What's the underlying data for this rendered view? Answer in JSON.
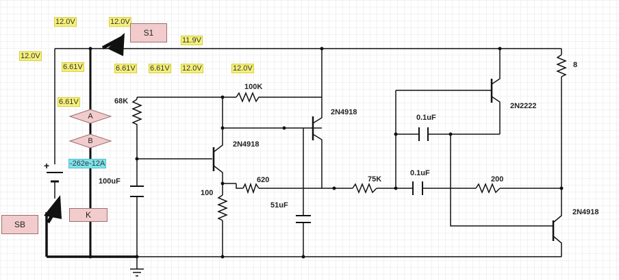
{
  "voltage_labels": [
    {
      "id": "v1",
      "text": "12.0V"
    },
    {
      "id": "v2",
      "text": "12.0V"
    },
    {
      "id": "v3",
      "text": "11.9V"
    },
    {
      "id": "v4",
      "text": "12.0V"
    },
    {
      "id": "v5",
      "text": "6.61V"
    },
    {
      "id": "v6",
      "text": "6.61V"
    },
    {
      "id": "v7",
      "text": "6.61V"
    },
    {
      "id": "v8",
      "text": "12.0V"
    },
    {
      "id": "v9",
      "text": "12.0V"
    },
    {
      "id": "v10",
      "text": "6.61V"
    }
  ],
  "current_label": "-262e-12A",
  "switches": {
    "s1": "S1",
    "sb": "SB"
  },
  "probes": {
    "a": "A",
    "b": "B",
    "k": "K"
  },
  "components": {
    "r68k": "68K",
    "r100k": "100K",
    "q1": "2N4918",
    "q2": "2N4918",
    "q3": "2N2222",
    "q4": "2N4918",
    "c100u": "100uF",
    "r100": "100",
    "r620": "620",
    "c51u": "51uF",
    "r75k": "75K",
    "c01a": "0.1uF",
    "c01b": "0.1uF",
    "r200": "200",
    "r8": "8"
  },
  "colors": {
    "wire": "#111111",
    "grid": "#e3e3e3",
    "voltage_bg": "#f5f07a",
    "current_bg": "#7fe3ec",
    "button_bg": "#f2cccc"
  }
}
